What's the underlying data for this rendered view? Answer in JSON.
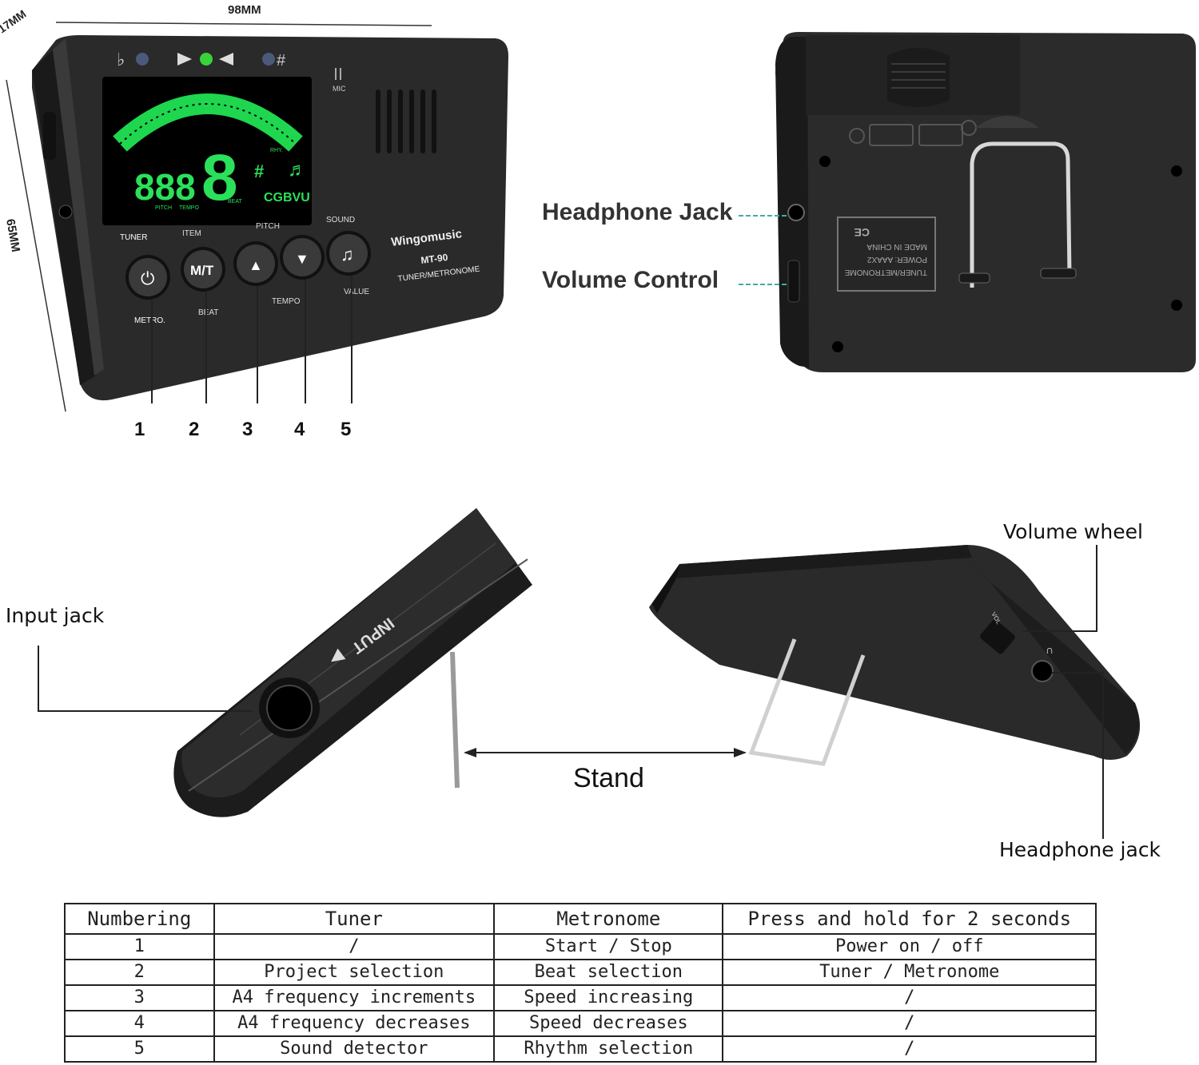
{
  "front": {
    "width_label": "98MM",
    "depth_label": "17MM",
    "height_label": "65MM",
    "flat": "♭",
    "sharp": "#",
    "mic": "MIC",
    "lcd_digits": "888",
    "lcd_note": "8",
    "lcd_sharp": "#",
    "lcd_letters": "CGBVU",
    "lcd_pitch": "PITCH",
    "lcd_tempo": "TEMPO",
    "lcd_beat": "BEAT",
    "lcd_rhy": "RHY.",
    "tuner": "TUNER",
    "item": "ITEM",
    "pitch": "PITCH",
    "sound": "SOUND",
    "metro": "METRO.",
    "beat": "BEAT",
    "tempo": "TEMPO",
    "value": "VALUE",
    "btn_power": "⏻",
    "btn_mt": "M/T",
    "btn_up": "▲",
    "btn_down": "▼",
    "btn_note": "♫",
    "brand": "Wingomusic",
    "model": "MT-90",
    "type": "TUNER/METRONOME",
    "numbers": [
      "1",
      "2",
      "3",
      "4",
      "5"
    ]
  },
  "back": {
    "headphone_jack": "Headphone Jack",
    "volume_control": "Volume Control",
    "label_line1": "TUNER/METRONOME",
    "label_line2": "POWER: AAAX2",
    "label_line3": "MADE IN CHINA",
    "ce": "CE"
  },
  "side": {
    "input_jack": "Input jack",
    "input": "INPUT",
    "stand": "Stand",
    "volume_wheel": "Volume wheel",
    "headphone_jack": "Headphone jack",
    "vol": "VOL"
  },
  "table": {
    "headers": [
      "Numbering",
      "Tuner",
      "Metronome",
      "Press and hold for 2 seconds"
    ],
    "rows": [
      [
        "1",
        "/",
        "Start / Stop",
        "Power on / off"
      ],
      [
        "2",
        "Project selection",
        "Beat selection",
        "Tuner / Metronome"
      ],
      [
        "3",
        "A4 frequency increments",
        "Speed increasing",
        "/"
      ],
      [
        "4",
        "A4 frequency decreases",
        "Speed decreases",
        "/"
      ],
      [
        "5",
        "Sound detector",
        "Rhythm selection",
        "/"
      ]
    ]
  }
}
